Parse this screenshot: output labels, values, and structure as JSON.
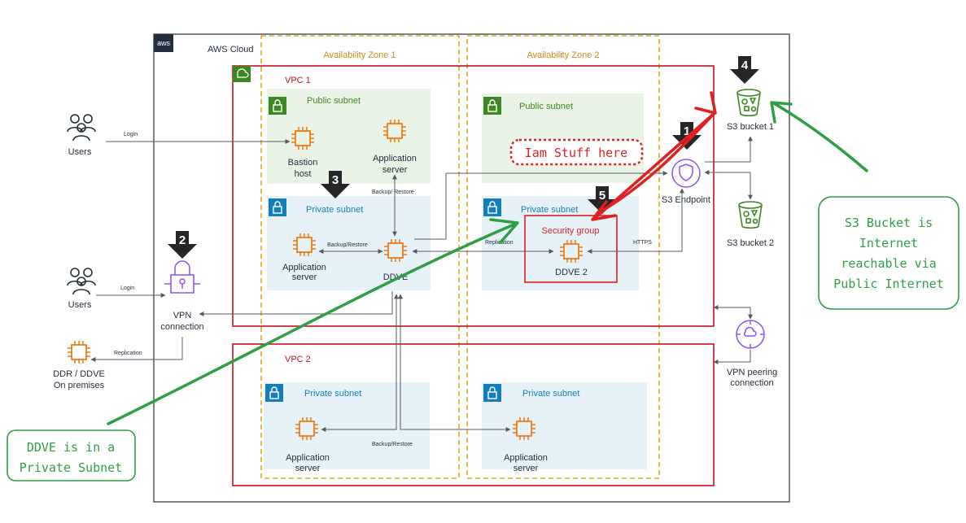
{
  "cloud": {
    "aws_logo": "aws",
    "label": "AWS Cloud"
  },
  "zones": {
    "az1": "Availability Zone 1",
    "az2": "Availability Zone 2"
  },
  "vpc1": {
    "label": "VPC 1"
  },
  "vpc2": {
    "label": "VPC 2"
  },
  "subnets": {
    "vpc1_az1_public": "Public subnet",
    "vpc1_az2_public": "Public subnet",
    "vpc1_az1_private": "Private subnet",
    "vpc1_az2_private": "Private subnet",
    "vpc2_az1_private": "Private subnet",
    "vpc2_az2_private": "Private subnet"
  },
  "nodes": {
    "users1": "Users",
    "users2": "Users",
    "bastion_l1": "Bastion",
    "bastion_l2": "host",
    "app_pub_l1": "Application",
    "app_pub_l2": "server",
    "app_priv_l1": "Application",
    "app_priv_l2": "server",
    "ddve": "DDVE",
    "ddve2": "DDVE 2",
    "security_group": "Security group",
    "vpn_l1": "VPN",
    "vpn_l2": "connection",
    "ddr_l1": "DDR / DDVE",
    "ddr_l2": "On premises",
    "s3_endpoint": "S3 Endpoint",
    "s3_bucket1": "S3 bucket 1",
    "s3_bucket2": "S3 bucket 2",
    "vpn_peering_l1": "VPN peering",
    "vpn_peering_l2": "connection",
    "vpc2_app1_l1": "Application",
    "vpc2_app1_l2": "server",
    "vpc2_app2_l1": "Application",
    "vpc2_app2_l2": "server"
  },
  "edges": {
    "login1": "Login",
    "login2": "Login",
    "replication_onprem": "Replication",
    "backup_restore_1": "Backup/ Restore",
    "backup_restore_2": "Backup/Restore",
    "replication_az": "Replication",
    "https": "HTTPS",
    "backup_restore_vpc2": "Backup/Restore"
  },
  "markers": [
    "1",
    "2",
    "3",
    "4",
    "5"
  ],
  "annotations": {
    "iam": "Iam Stuff here",
    "s3_note": [
      "S3 Bucket is",
      "Internet",
      "reachable via",
      "Public Internet"
    ],
    "ddve_note": [
      "DDVE is in a",
      "Private Subnet"
    ]
  },
  "colors": {
    "aws_dark": "#232f3e",
    "az_border": "#e6a817",
    "vpc_border": "#c7131f",
    "public_subnet_fill": "#e9f3e6",
    "public_subnet_label": "#3f8624",
    "private_subnet_fill": "#e6f2f8",
    "private_subnet_label": "#147eba",
    "ec2_orange": "#ed7100",
    "s3_green": "#3f8624",
    "vpn_purple": "#8c4fff",
    "annotation_red": "#e02020",
    "annotation_green": "#2f9e44"
  }
}
